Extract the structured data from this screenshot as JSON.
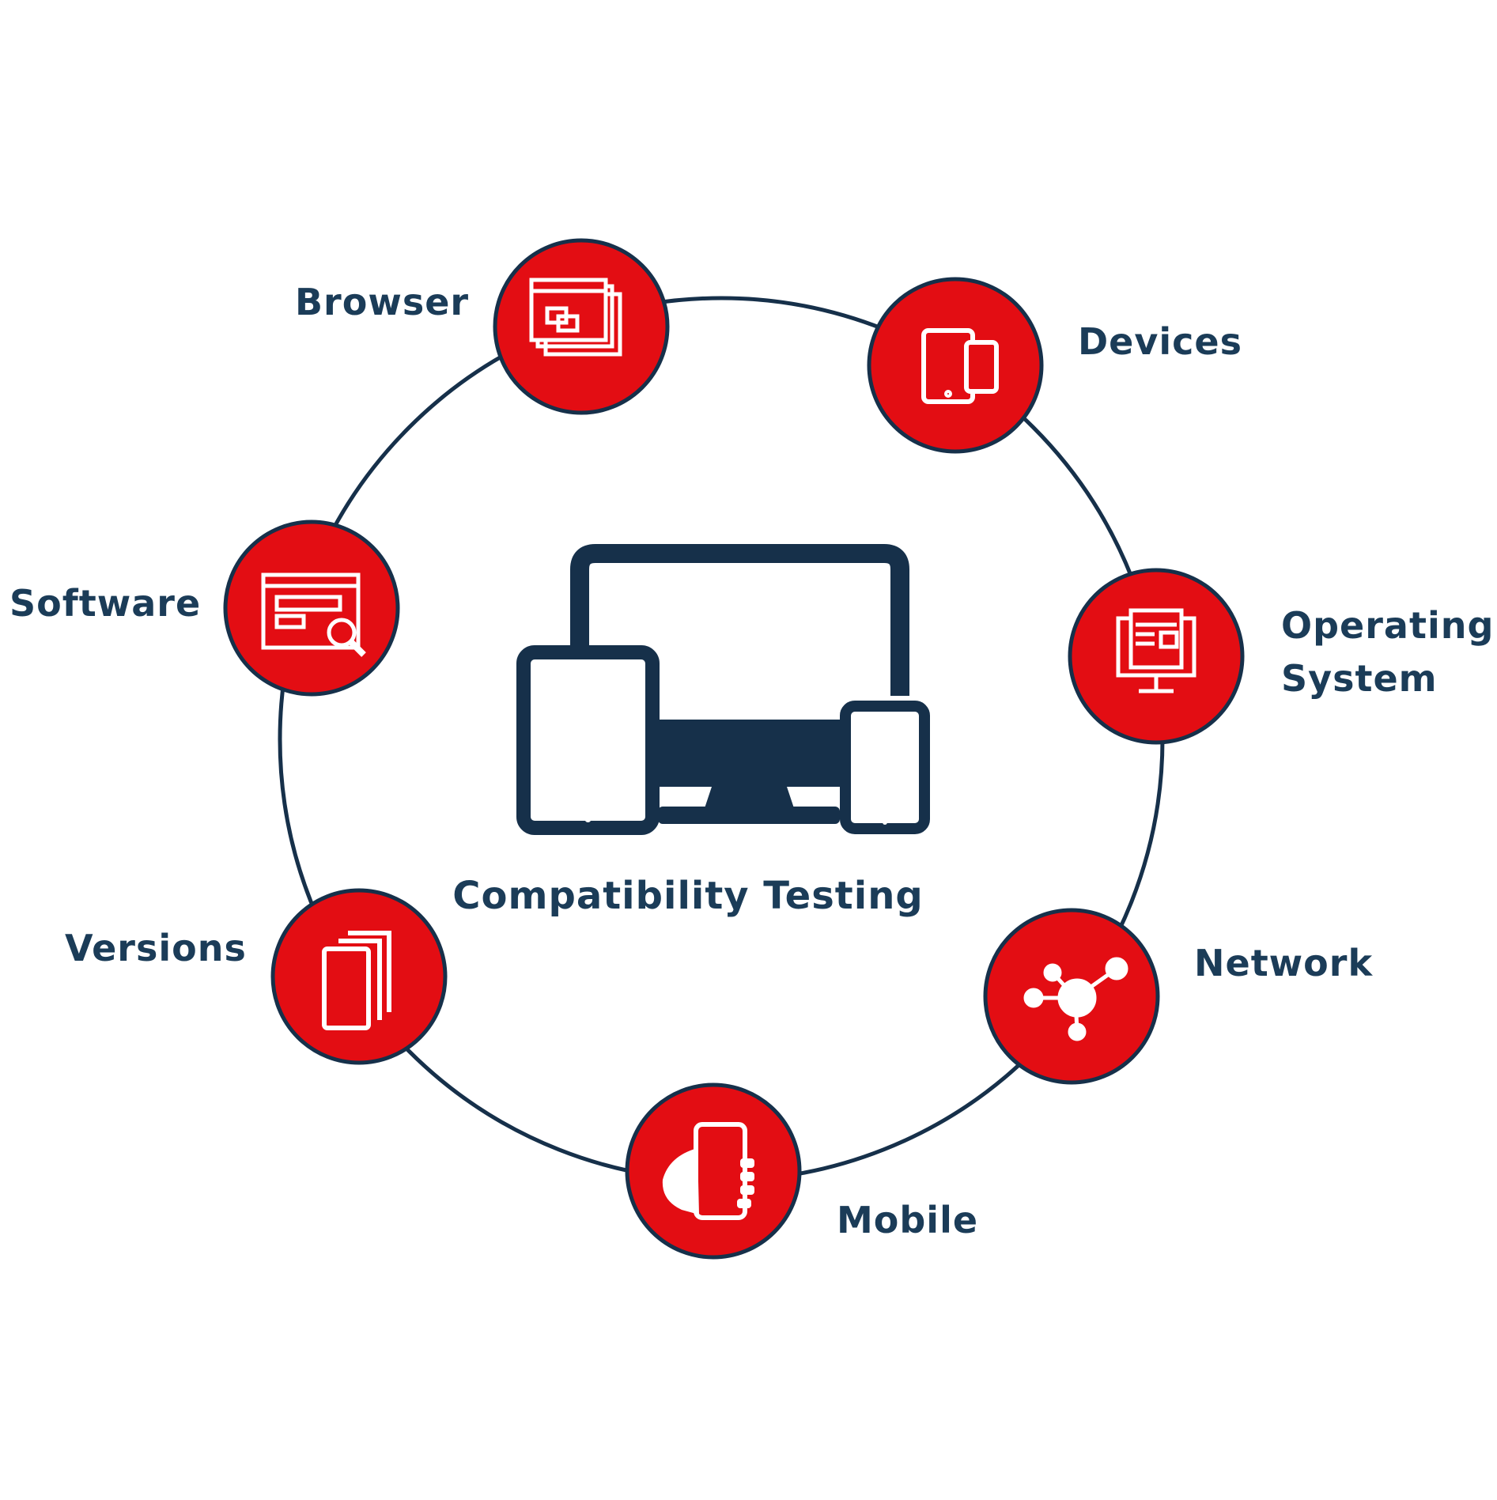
{
  "center": {
    "title": "Compatibility Testing",
    "icon": "devices-monitor-tablet-phone-icon"
  },
  "nodes": [
    {
      "id": "browser",
      "label_lines": [
        "Browser"
      ],
      "icon": "browser-windows-icon"
    },
    {
      "id": "devices",
      "label_lines": [
        "Devices"
      ],
      "icon": "tablet-phone-icon"
    },
    {
      "id": "os",
      "label_lines": [
        "Operating",
        "System"
      ],
      "icon": "monitor-os-icon"
    },
    {
      "id": "network",
      "label_lines": [
        "Network"
      ],
      "icon": "network-nodes-icon"
    },
    {
      "id": "mobile",
      "label_lines": [
        "Mobile"
      ],
      "icon": "hand-phone-icon"
    },
    {
      "id": "versions",
      "label_lines": [
        "Versions"
      ],
      "icon": "stacked-pages-icon"
    },
    {
      "id": "software",
      "label_lines": [
        "Software"
      ],
      "icon": "software-window-search-icon"
    }
  ],
  "colors": {
    "accent_red": "#e30d13",
    "navy": "#16304a",
    "label": "#1b3c58",
    "background": "#ffffff"
  }
}
